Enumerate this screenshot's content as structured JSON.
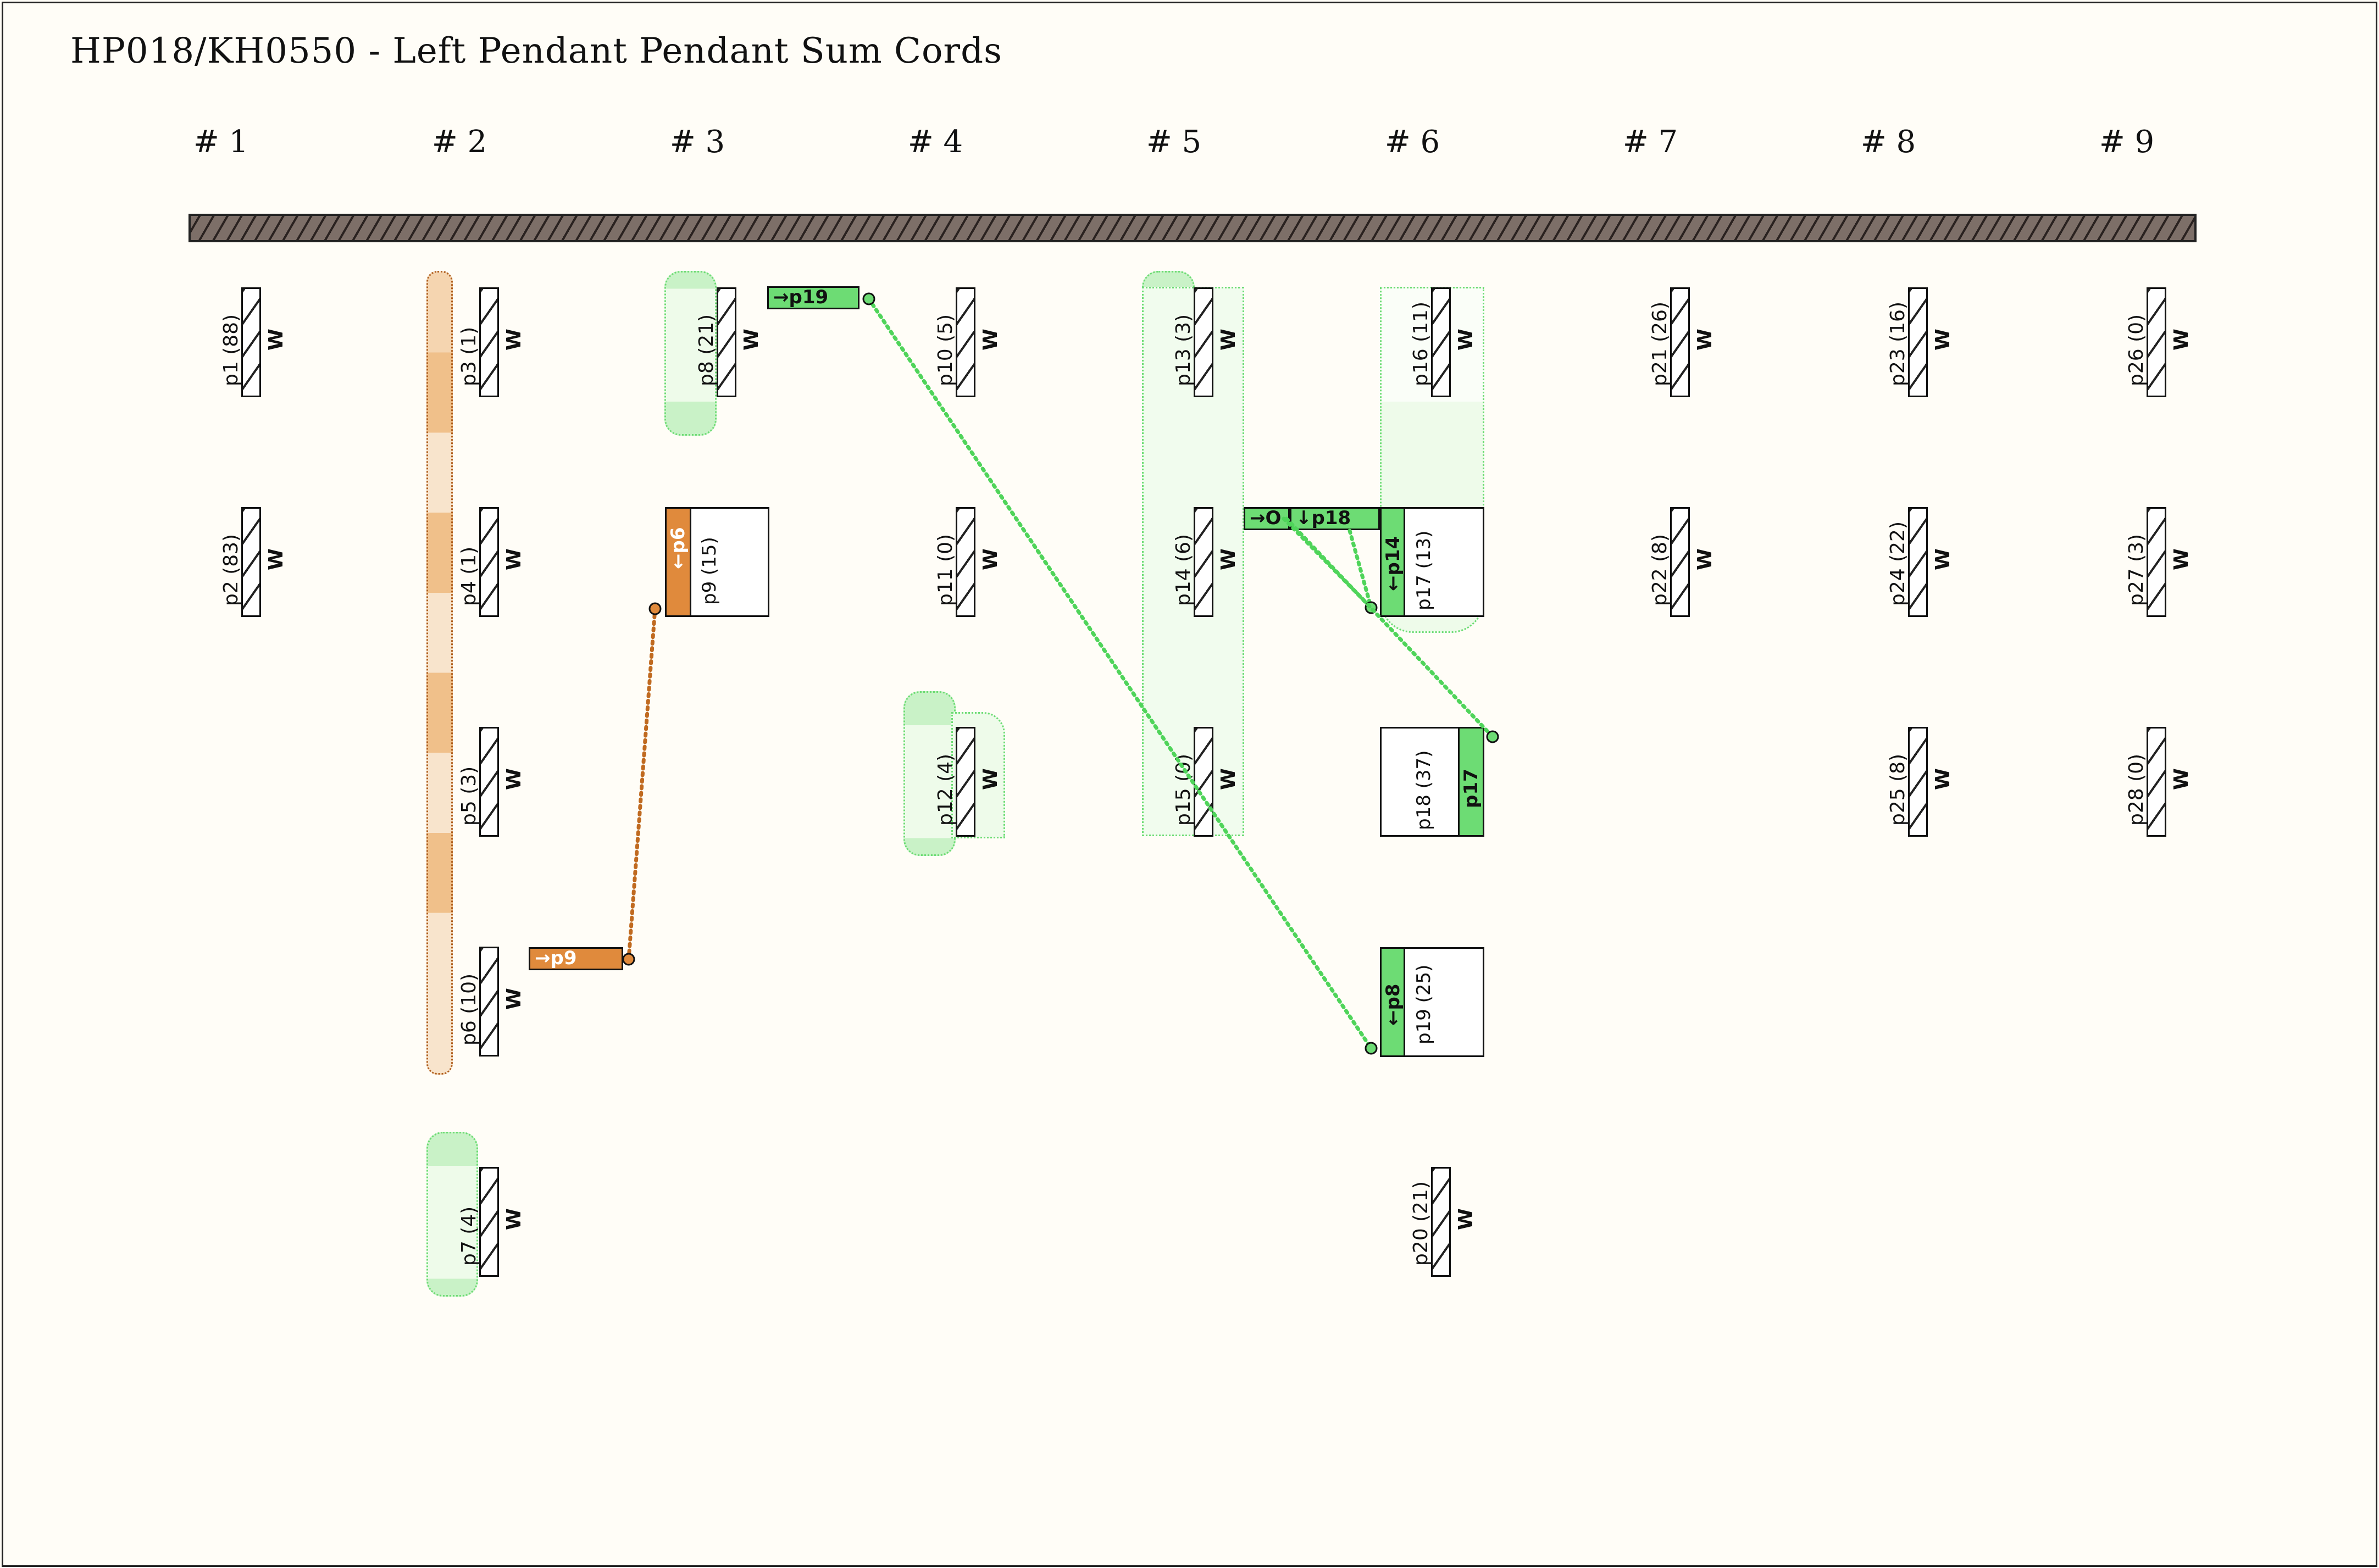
{
  "title": "HP018/KH0550 - Left Pendant Pendant Sum Cords",
  "colors": {
    "background": "#fffdf7",
    "primary_cord": "#7d6f68",
    "orange": "#e08a3c",
    "orange_light": "#f5d5b0",
    "green": "#6ddc74",
    "green_light": "#c9f2c7",
    "green_pale": "#eefbea"
  },
  "groups": [
    "# 1",
    "# 2",
    "# 3",
    "# 4",
    "# 5",
    "# 6",
    "# 7",
    "# 8",
    "# 9"
  ],
  "cords": [
    {
      "id": "p1",
      "label": "p1 (88)",
      "color": "W"
    },
    {
      "id": "p2",
      "label": "p2 (83)",
      "color": "W"
    },
    {
      "id": "p3",
      "label": "p3 (1)",
      "color": "W"
    },
    {
      "id": "p4",
      "label": "p4 (1)",
      "color": "W"
    },
    {
      "id": "p5",
      "label": "p5 (3)",
      "color": "W"
    },
    {
      "id": "p6",
      "label": "p6 (10)",
      "color": "W"
    },
    {
      "id": "p7",
      "label": "p7 (4)",
      "color": "W"
    },
    {
      "id": "p8",
      "label": "p8 (21)",
      "color": "W"
    },
    {
      "id": "p9",
      "label": "p9 (15)",
      "color": "W"
    },
    {
      "id": "p10",
      "label": "p10 (5)",
      "color": "W"
    },
    {
      "id": "p11",
      "label": "p11 (0)",
      "color": "W"
    },
    {
      "id": "p12",
      "label": "p12 (4)",
      "color": "W"
    },
    {
      "id": "p13",
      "label": "p13 (3)",
      "color": "W"
    },
    {
      "id": "p14",
      "label": "p14 (6)",
      "color": "W"
    },
    {
      "id": "p15",
      "label": "p15 (0)",
      "color": "W"
    },
    {
      "id": "p16",
      "label": "p16 (11)",
      "color": "W"
    },
    {
      "id": "p17",
      "label": "p17 (13)",
      "color": "W"
    },
    {
      "id": "p18",
      "label": "p18 (37)",
      "color": "W"
    },
    {
      "id": "p19",
      "label": "p19 (25)",
      "color": "W"
    },
    {
      "id": "p20",
      "label": "p20 (21)",
      "color": "W"
    },
    {
      "id": "p21",
      "label": "p21 (26)",
      "color": "W"
    },
    {
      "id": "p22",
      "label": "p22 (8)",
      "color": "W"
    },
    {
      "id": "p23",
      "label": "p23 (16)",
      "color": "W"
    },
    {
      "id": "p24",
      "label": "p24 (22)",
      "color": "W"
    },
    {
      "id": "p25",
      "label": "p25 (8)",
      "color": "W"
    },
    {
      "id": "p26",
      "label": "p26 (0)",
      "color": "W"
    },
    {
      "id": "p27",
      "label": "p27 (3)",
      "color": "W"
    },
    {
      "id": "p28",
      "label": "p28 (0)",
      "color": "W"
    }
  ],
  "links": {
    "to_p19": "→p19",
    "to_p9": "→p9",
    "from_p6": "←p6",
    "from_p14": "←p14",
    "from_p8": "←p8",
    "p17_tag": "p17",
    "to_o": "→O",
    "from_p18": "↓p18"
  }
}
